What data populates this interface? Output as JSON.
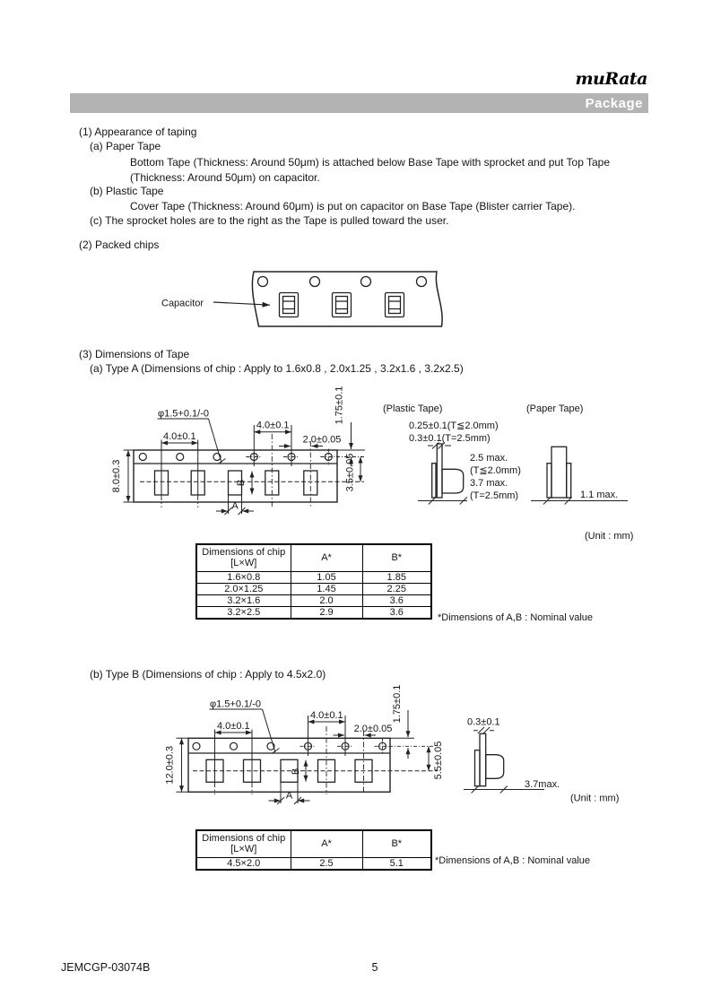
{
  "header": {
    "logo": "muRata",
    "banner": "Package"
  },
  "s1": {
    "title": "(1) Appearance of taping",
    "a_title": "(a) Paper Tape",
    "a_body1": "Bottom Tape (Thickness: Around 50μm) is attached below Base Tape with sprocket and put Top Tape",
    "a_body2": "(Thickness: Around 50μm) on capacitor.",
    "b_title": "(b) Plastic Tape",
    "b_body": "Cover Tape (Thickness: Around 60μm) is put on capacitor on Base Tape (Blister carrier Tape).",
    "c_title": "(c) The sprocket holes are to the right as the Tape is pulled toward the user."
  },
  "s2": {
    "title": "(2) Packed chips",
    "capacitor": "Capacitor"
  },
  "s3": {
    "title": "(3) Dimensions of Tape",
    "a_title": "(a) Type A (Dimensions of chip : Apply to 1.6x0.8 , 2.0x1.25 , 3.2x1.6 , 3.2x2.5)",
    "b_title": "(b) Type B (Dimensions of chip : Apply to 4.5x2.0)"
  },
  "dimsA": {
    "hole_dia": "φ1.5+0.1/-0",
    "pitch_left": "4.0±0.1",
    "pitch_right": "4.0±0.1",
    "offset": "2.0±0.05",
    "edge_to_hole": "1.75±0.1",
    "hole_to_center": "3.5±0.05",
    "tape_width": "8.0±0.3",
    "dim_a": "A",
    "dim_b": "B"
  },
  "plastic": {
    "title": "(Plastic Tape)",
    "t1": "0.25±0.1(T≦2.0mm)",
    "t2": "0.3±0.1(T=2.5mm)",
    "d1": "2.5 max.",
    "d2": "(T≦2.0mm)",
    "d3": "3.7 max.",
    "d4": "(T=2.5mm)"
  },
  "paper": {
    "title": "(Paper Tape)",
    "d1": "1.1 max."
  },
  "unitA": "(Unit : mm)",
  "tableA": {
    "h1a": "Dimensions of chip",
    "h1b": "[L×W]",
    "h2": "A*",
    "h3": "B*",
    "rows": [
      [
        "1.6×0.8",
        "1.05",
        "1.85"
      ],
      [
        "2.0×1.25",
        "1.45",
        "2.25"
      ],
      [
        "3.2×1.6",
        "2.0",
        "3.6"
      ],
      [
        "3.2×2.5",
        "2.9",
        "3.6"
      ]
    ],
    "note": "*Dimensions of A,B : Nominal value"
  },
  "dimsB": {
    "hole_dia": "φ1.5+0.1/-0",
    "pitch_left": "4.0±0.1",
    "pitch_right": "4.0±0.1",
    "offset": "2.0±0.05",
    "edge_to_hole": "1.75±0.1",
    "hole_to_center": "5.5±0.05",
    "tape_width": "12.0±0.3",
    "dim_a": "A",
    "dim_b": "B",
    "thickness": "0.3±0.1",
    "depth": "3.7max."
  },
  "unitB": "(Unit : mm)",
  "tableB": {
    "h1a": "Dimensions of chip",
    "h1b": "[L×W]",
    "h2": "A*",
    "h3": "B*",
    "rows": [
      [
        "4.5×2.0",
        "2.5",
        "5.1"
      ]
    ],
    "note": "*Dimensions of A,B : Nominal value"
  },
  "footer": {
    "doc_id": "JEMCGP-03074B",
    "page": "5"
  }
}
